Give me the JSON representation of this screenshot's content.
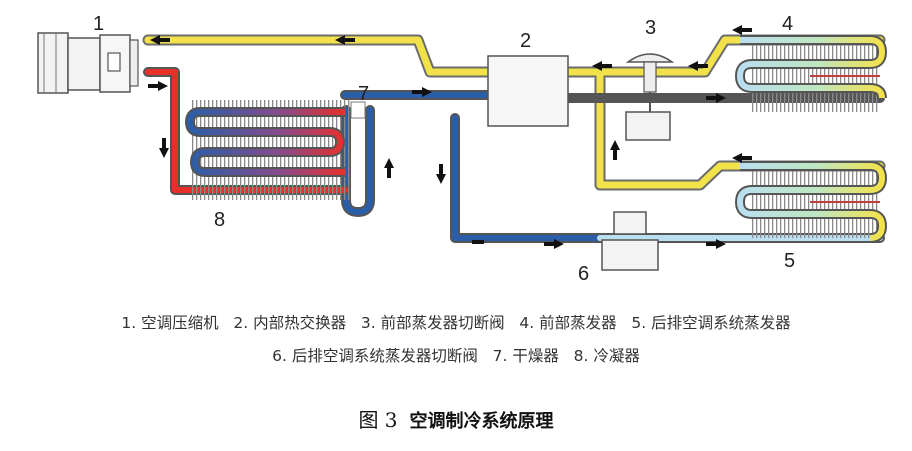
{
  "colors": {
    "hot_gas": "#f2e24a",
    "hot_liquid": "#e8302a",
    "cold_liquid": "#2a5ea8",
    "cold_vapor": "#b9dff0",
    "outline": "#555555",
    "fins": "#888888",
    "component_fill": "#f4f4f4"
  },
  "components": [
    {
      "id": "1",
      "label": "空调压缩机",
      "icon": "compressor-icon"
    },
    {
      "id": "2",
      "label": "内部热交换器",
      "icon": "heat-exchanger-icon"
    },
    {
      "id": "3",
      "label": "前部蒸发器切断阀",
      "icon": "valve-icon"
    },
    {
      "id": "4",
      "label": "前部蒸发器",
      "icon": "evaporator-icon"
    },
    {
      "id": "5",
      "label": "后排空调系统蒸发器",
      "icon": "evaporator-icon"
    },
    {
      "id": "6",
      "label": "后排空调系统蒸发器切断阀",
      "icon": "valve-icon"
    },
    {
      "id": "7",
      "label": "干燥器",
      "icon": "dryer-icon"
    },
    {
      "id": "8",
      "label": "冷凝器",
      "icon": "condenser-icon"
    }
  ],
  "legend": {
    "line1": "1. 空调压缩机   2. 内部热交换器   3. 前部蒸发器切断阀   4. 前部蒸发器   5. 后排空调系统蒸发器",
    "line2": "6. 后排空调系统蒸发器切断阀   7. 干燥器   8. 冷凝器"
  },
  "caption": {
    "figure": "图 3",
    "title": "空调制冷系统原理"
  }
}
